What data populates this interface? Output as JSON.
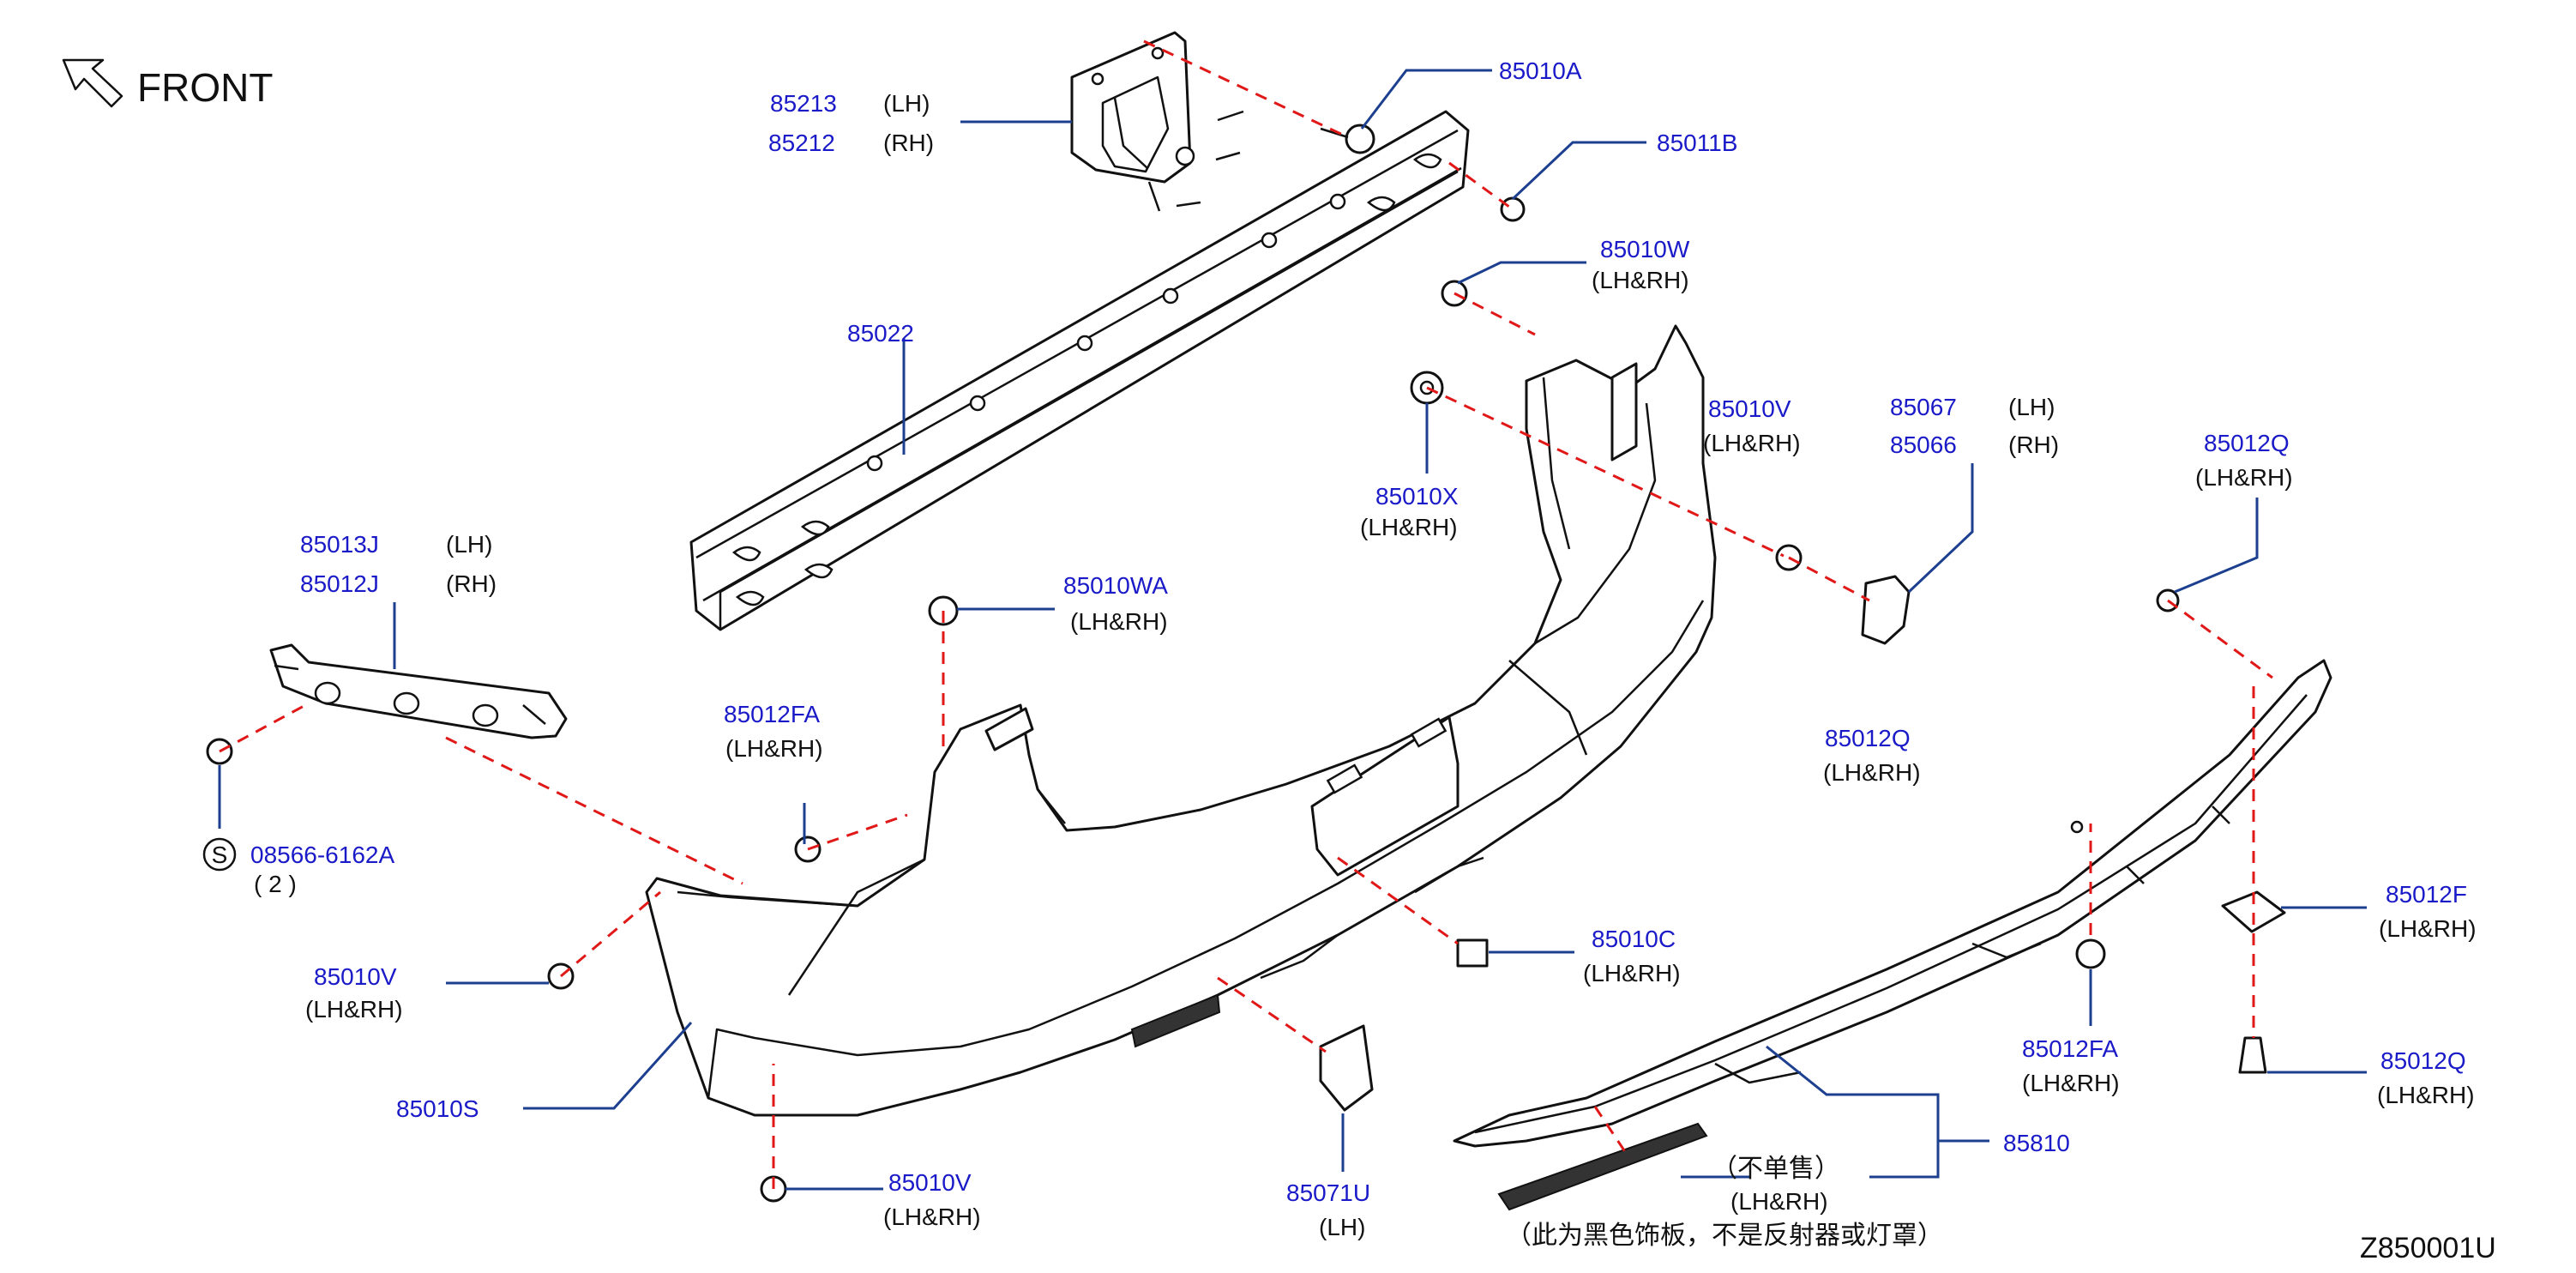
{
  "front_label": "FRONT",
  "diagram_code": "Z850001U",
  "callouts": {
    "p85213": {
      "num": "85213",
      "side": "(LH)"
    },
    "p85212": {
      "num": "85212",
      "side": "(RH)"
    },
    "p85010A": {
      "num": "85010A"
    },
    "p85011B": {
      "num": "85011B"
    },
    "p85010W": {
      "num": "85010W",
      "side": "(LH&RH)"
    },
    "p85022": {
      "num": "85022"
    },
    "p85010V_a": {
      "num": "85010V",
      "side": "(LH&RH)"
    },
    "p85067": {
      "num": "85067",
      "side": "(LH)"
    },
    "p85066": {
      "num": "85066",
      "side": "(RH)"
    },
    "p85012Q_a": {
      "num": "85012Q",
      "side": "(LH&RH)"
    },
    "p85010X": {
      "num": "85010X",
      "side": "(LH&RH)"
    },
    "p85013J": {
      "num": "85013J",
      "side": "(LH)"
    },
    "p85012J": {
      "num": "85012J",
      "side": "(RH)"
    },
    "p85010WA": {
      "num": "85010WA",
      "side": "(LH&RH)"
    },
    "p85012FA_a": {
      "num": "85012FA",
      "side": "(LH&RH)"
    },
    "p85012Q_b": {
      "num": "85012Q",
      "side": "(LH&RH)"
    },
    "p08566": {
      "num": "08566-6162A",
      "qty": "( 2 )",
      "symbol": "S"
    },
    "p85012F": {
      "num": "85012F",
      "side": "(LH&RH)"
    },
    "p85010V_b": {
      "num": "85010V",
      "side": "(LH&RH)"
    },
    "p85010C": {
      "num": "85010C",
      "side": "(LH&RH)"
    },
    "p85012FA_b": {
      "num": "85012FA",
      "side": "(LH&RH)"
    },
    "p85012Q_c": {
      "num": "85012Q",
      "side": "(LH&RH)"
    },
    "p85010S": {
      "num": "85010S"
    },
    "p85810": {
      "num": "85810"
    },
    "p85010V_c": {
      "num": "85010V",
      "side": "(LH&RH)"
    },
    "p85071U": {
      "num": "85071U",
      "side": "(LH)"
    }
  },
  "trim_note": {
    "not_sold": "（不单售）",
    "side": "(LH&RH)",
    "description": "（此为黑色饰板，不是反射器或灯罩）"
  },
  "colors": {
    "part_number": "#1a1ac8",
    "leader": "#1c3f8f",
    "dashed_line": "#e01818"
  }
}
